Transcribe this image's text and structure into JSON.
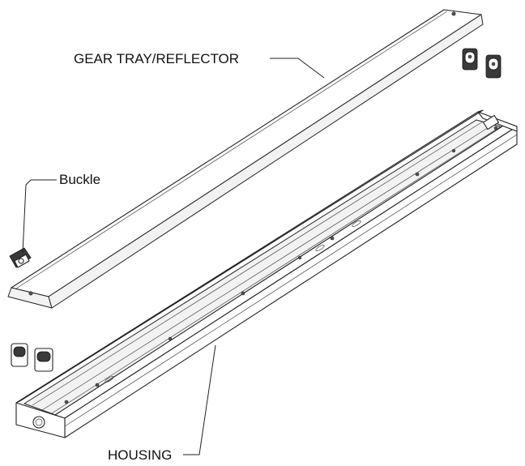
{
  "labels": {
    "gear_tray": "GEAR TRAY/REFLECTOR",
    "buckle": "Buckle",
    "housing": "HOUSING"
  },
  "colors": {
    "line": "#222222",
    "background": "#ffffff",
    "dark_part": "#3a3a3a"
  }
}
